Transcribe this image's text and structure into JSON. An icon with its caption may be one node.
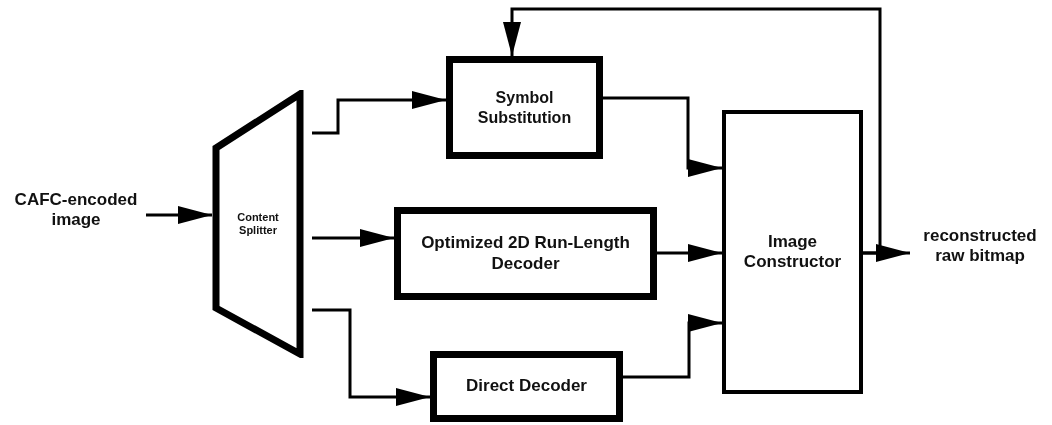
{
  "diagram": {
    "nodes": [
      {
        "text": [
          "CAFC-encoded image"
        ]
      },
      {
        "text": [
          "Content Splitter"
        ]
      },
      {
        "text": [
          "Symbol Substitution"
        ]
      },
      {
        "text": [
          "Optimized 2D Run-Length Decoder"
        ]
      },
      {
        "text": [
          "Direct Decoder"
        ]
      },
      {
        "text": [
          "Image Constructor"
        ]
      },
      {
        "text": [
          "reconstructed raw bitmap"
        ]
      }
    ],
    "edges": [
      {
        "from": 0,
        "to": 1,
        "arrow": "to"
      },
      {
        "from": 1,
        "to": 2,
        "arrow": "to"
      },
      {
        "from": 1,
        "to": 3,
        "arrow": "to"
      },
      {
        "from": 1,
        "to": 4,
        "arrow": "to"
      },
      {
        "from": 2,
        "to": 5,
        "arrow": "to"
      },
      {
        "from": 3,
        "to": 5,
        "arrow": "to"
      },
      {
        "from": 4,
        "to": 5,
        "arrow": "to"
      },
      {
        "from": 5,
        "to": 6,
        "arrow": "to"
      },
      {
        "from": 5,
        "to": 2,
        "arrow": "to"
      }
    ]
  }
}
